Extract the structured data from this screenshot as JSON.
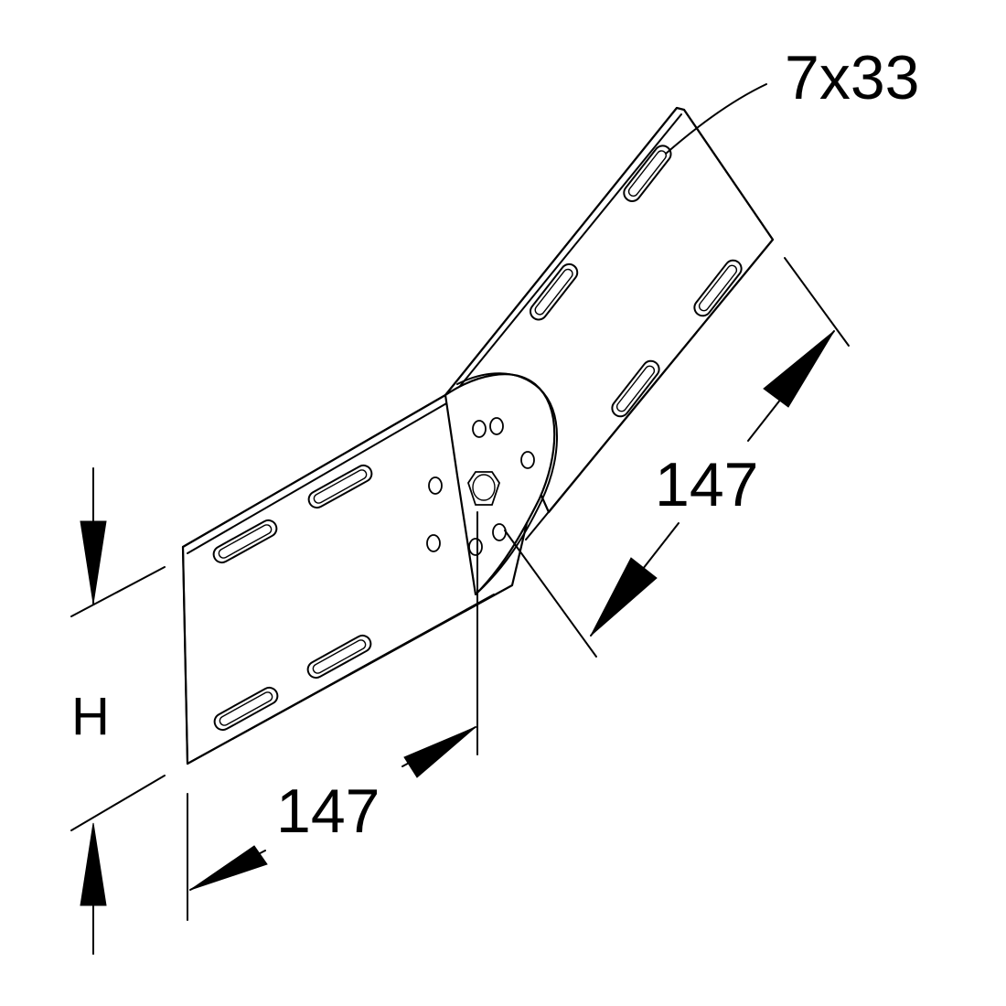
{
  "drawing": {
    "slot_label": "7x33",
    "dim_lower_length": "147",
    "dim_upper_length": "147",
    "dim_height": "H"
  }
}
